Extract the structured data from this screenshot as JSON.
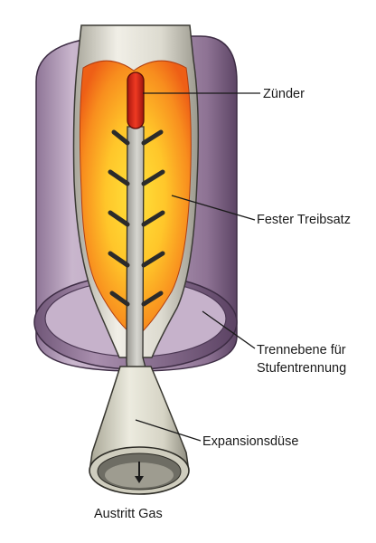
{
  "labels": {
    "igniter": "Zünder",
    "solid_propellant": "Fester Treibsatz",
    "separation_plane_line1": "Trennebene für",
    "separation_plane_line2": "Stufentrennung",
    "expansion_nozzle": "Expansionsdüse",
    "exhaust": "Austritt Gas"
  },
  "icons": {
    "flow_arrow": "down-arrow-icon"
  },
  "colors": {
    "casing": "#c9b6cd",
    "casing_dark": "#7a5e83",
    "tube": "#e6e4dc",
    "propellant_outer": "#f06a18",
    "propellant_inner": "#ffd728",
    "igniter": "#d42a1c",
    "core_rod": "#b8b8b3"
  }
}
